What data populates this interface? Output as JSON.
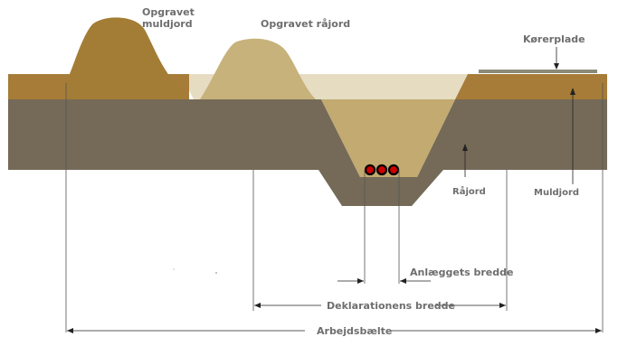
{
  "labels": {
    "topsoil_pile_line1": "Opgravet",
    "topsoil_pile_line2": "muldjord",
    "subsoil_pile": "Opgravet råjord",
    "road_plate": "Kørerplade",
    "subsoil": "Råjord",
    "topsoil": "Muldjord",
    "installation_width": "Anlæggets bredde",
    "declaration_width": "Deklarationens bredde",
    "work_belt": "Arbejdsbælte"
  },
  "colors": {
    "topsoil": "#a67c38",
    "topsoil_pile": "#a37d35",
    "subsoil": "#756a58",
    "subsoil_pile": "#c6b27a",
    "trench_fill": "#c2aa70",
    "trench_gap": "#e6dcc2",
    "road_plate": "#8a8a78",
    "cable_fill": "#cc0000",
    "cable_ring": "#000000"
  },
  "cables": {
    "count": 3
  }
}
